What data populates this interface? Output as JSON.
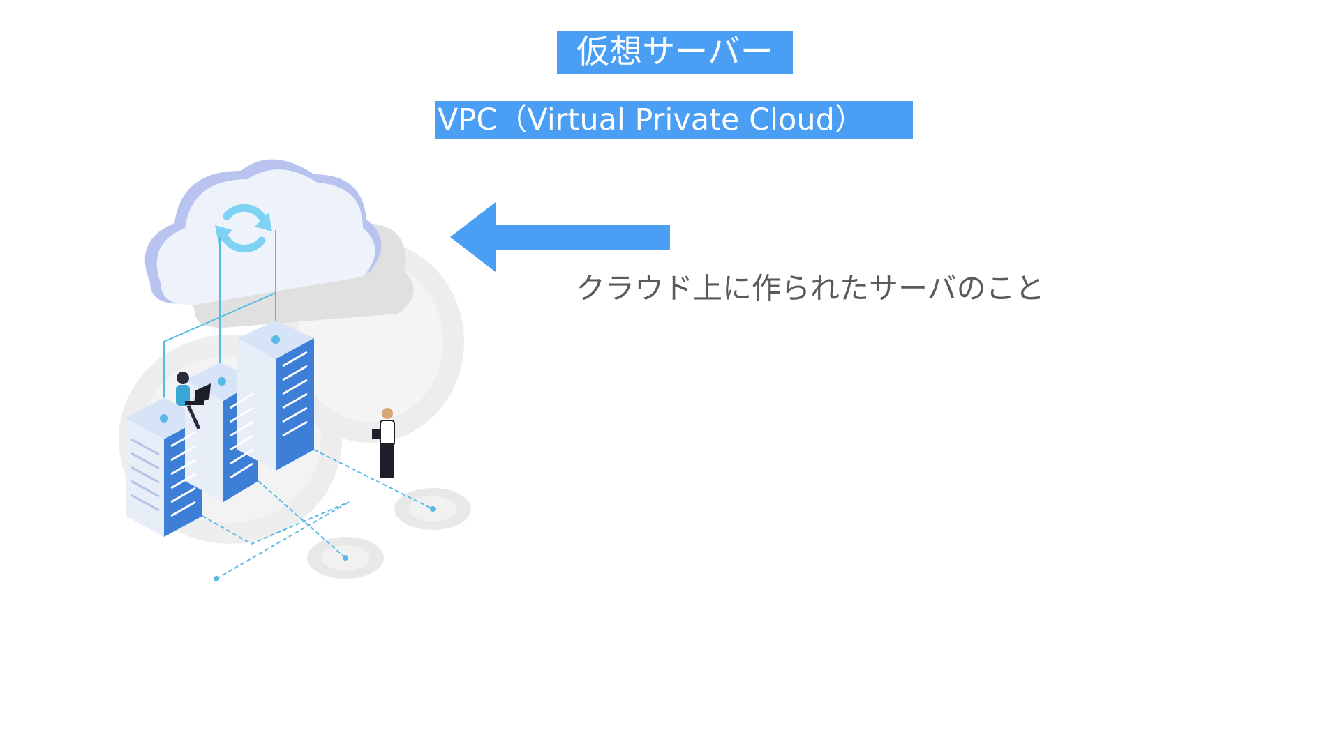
{
  "slide": {
    "title": "仮想サーバー",
    "subtitle": "VPC（Virtual Private Cloud）",
    "description": "クラウド上に作られたサーバのこと",
    "arrow_icon": "left-arrow-icon",
    "illustration_icon": "cloud-server-illustration",
    "colors": {
      "accent": "#4a9ff5",
      "text": "#5a5a5a",
      "background": "#ffffff"
    }
  }
}
